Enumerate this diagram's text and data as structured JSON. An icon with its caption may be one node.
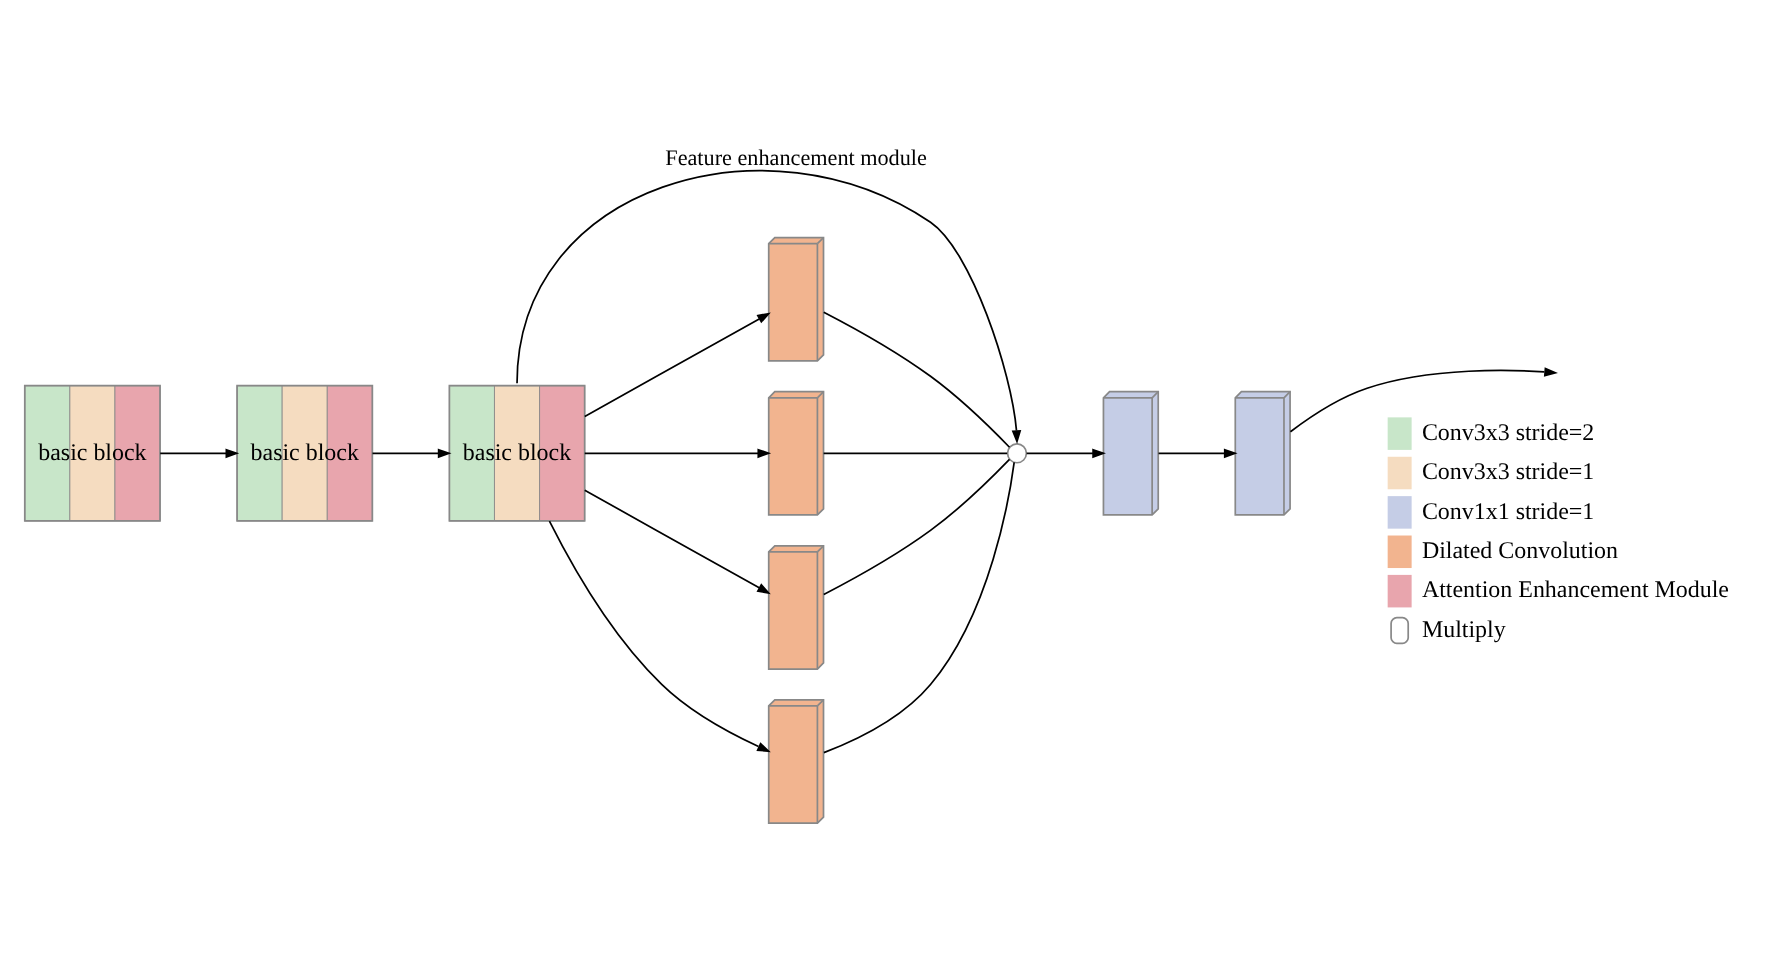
{
  "diagram": {
    "nodes": [
      {
        "text": [
          "basic block"
        ]
      },
      {
        "text": [
          "basic block"
        ]
      },
      {
        "text": [
          "basic block"
        ]
      },
      {
        "text": [],
        "shape": "box"
      },
      {
        "text": [],
        "shape": "box"
      },
      {
        "text": [],
        "shape": "box"
      },
      {
        "text": [],
        "shape": "box"
      },
      {
        "text": [],
        "shape": "circle"
      },
      {
        "text": [],
        "shape": "box"
      },
      {
        "text": [],
        "shape": "box"
      }
    ],
    "edges": [
      {
        "from": 0,
        "to": 1,
        "arrow": "to"
      },
      {
        "from": 1,
        "to": 2,
        "arrow": "to"
      },
      {
        "from": 2,
        "to": 3,
        "arrow": "to"
      },
      {
        "from": 2,
        "to": 4,
        "arrow": "to"
      },
      {
        "from": 2,
        "to": 5,
        "arrow": "to"
      },
      {
        "from": 2,
        "to": 6,
        "arrow": "to"
      },
      {
        "from": 2,
        "to": 7,
        "arrow": "to",
        "label": "Feature enhancement module"
      },
      {
        "from": 3,
        "to": 7,
        "arrow": "none"
      },
      {
        "from": 4,
        "to": 7,
        "arrow": "none"
      },
      {
        "from": 5,
        "to": 7,
        "arrow": "none"
      },
      {
        "from": 6,
        "to": 7,
        "arrow": "none"
      },
      {
        "from": 7,
        "to": 8,
        "arrow": "to"
      },
      {
        "from": 8,
        "to": 9,
        "arrow": "to"
      },
      {
        "from": 9,
        "to": null,
        "arrow": "to"
      }
    ],
    "legend": [
      {
        "text": "Conv3x3 stride=2",
        "color": "#c8e6c9"
      },
      {
        "text": "Conv3x3 stride=1",
        "color": "#f5dcc0"
      },
      {
        "text": "Conv1x1 stride=1",
        "color": "#c5cde6"
      },
      {
        "text": "Dilated Convolution",
        "color": "#f2b48f"
      },
      {
        "text": "Attention Enhancement Module",
        "color": "#e8a5ad"
      },
      {
        "text": "Multiply"
      }
    ]
  }
}
